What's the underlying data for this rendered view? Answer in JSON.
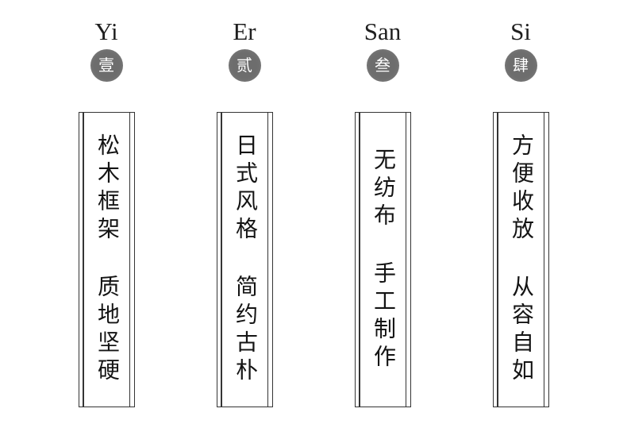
{
  "page": {
    "background": "#ffffff"
  },
  "colors": {
    "badge_background": "#6d6d6d",
    "badge_text": "#ffffff",
    "banner_line": "#343434",
    "banner_text": "#141414",
    "label_text": "#1f1f1f"
  },
  "columns": [
    {
      "label": "Yi",
      "badge": "壹",
      "text": "松木框架 质地坚硬"
    },
    {
      "label": "Er",
      "badge": "贰",
      "text": "日式风格 简约古朴"
    },
    {
      "label": "San",
      "badge": "叁",
      "text": "无纺布 手工制作"
    },
    {
      "label": "Si",
      "badge": "肆",
      "text": "方便收放 从容自如"
    }
  ]
}
